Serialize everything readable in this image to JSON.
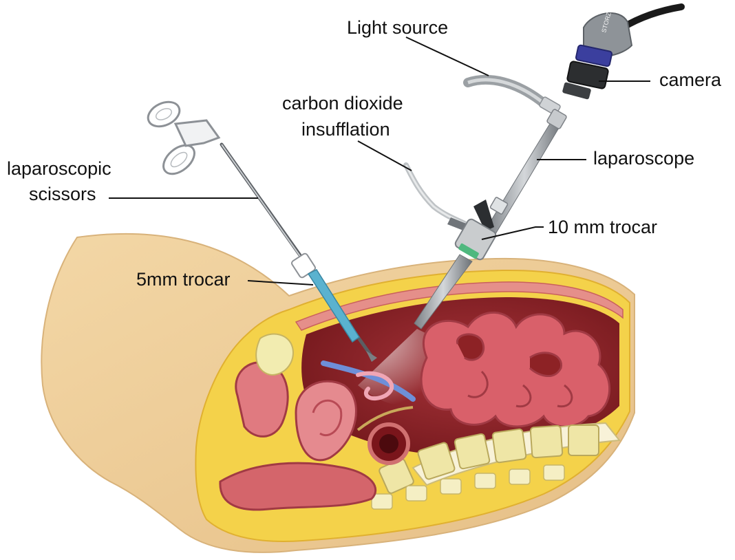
{
  "labels": {
    "light_source": "Light source",
    "camera": "camera",
    "co2_line1": "carbon dioxide",
    "co2_line2": "insufflation",
    "laparoscope": "laparoscope",
    "scissors_line1": "laparoscopic",
    "scissors_line2": "scissors",
    "trocar_10mm": "10 mm trocar",
    "trocar_5mm": "5mm trocar"
  },
  "camera_brand_text": "STORZ",
  "colors": {
    "skin": "#efcf9a",
    "fat": "#f4d24a",
    "cavity": "#8d2225",
    "bowel": "#d9606a",
    "bone": "#f2ecb0",
    "cannula_blue": "#5ab2cf",
    "instrument_gray": "#9ea3a8",
    "leader_line": "#111111"
  }
}
